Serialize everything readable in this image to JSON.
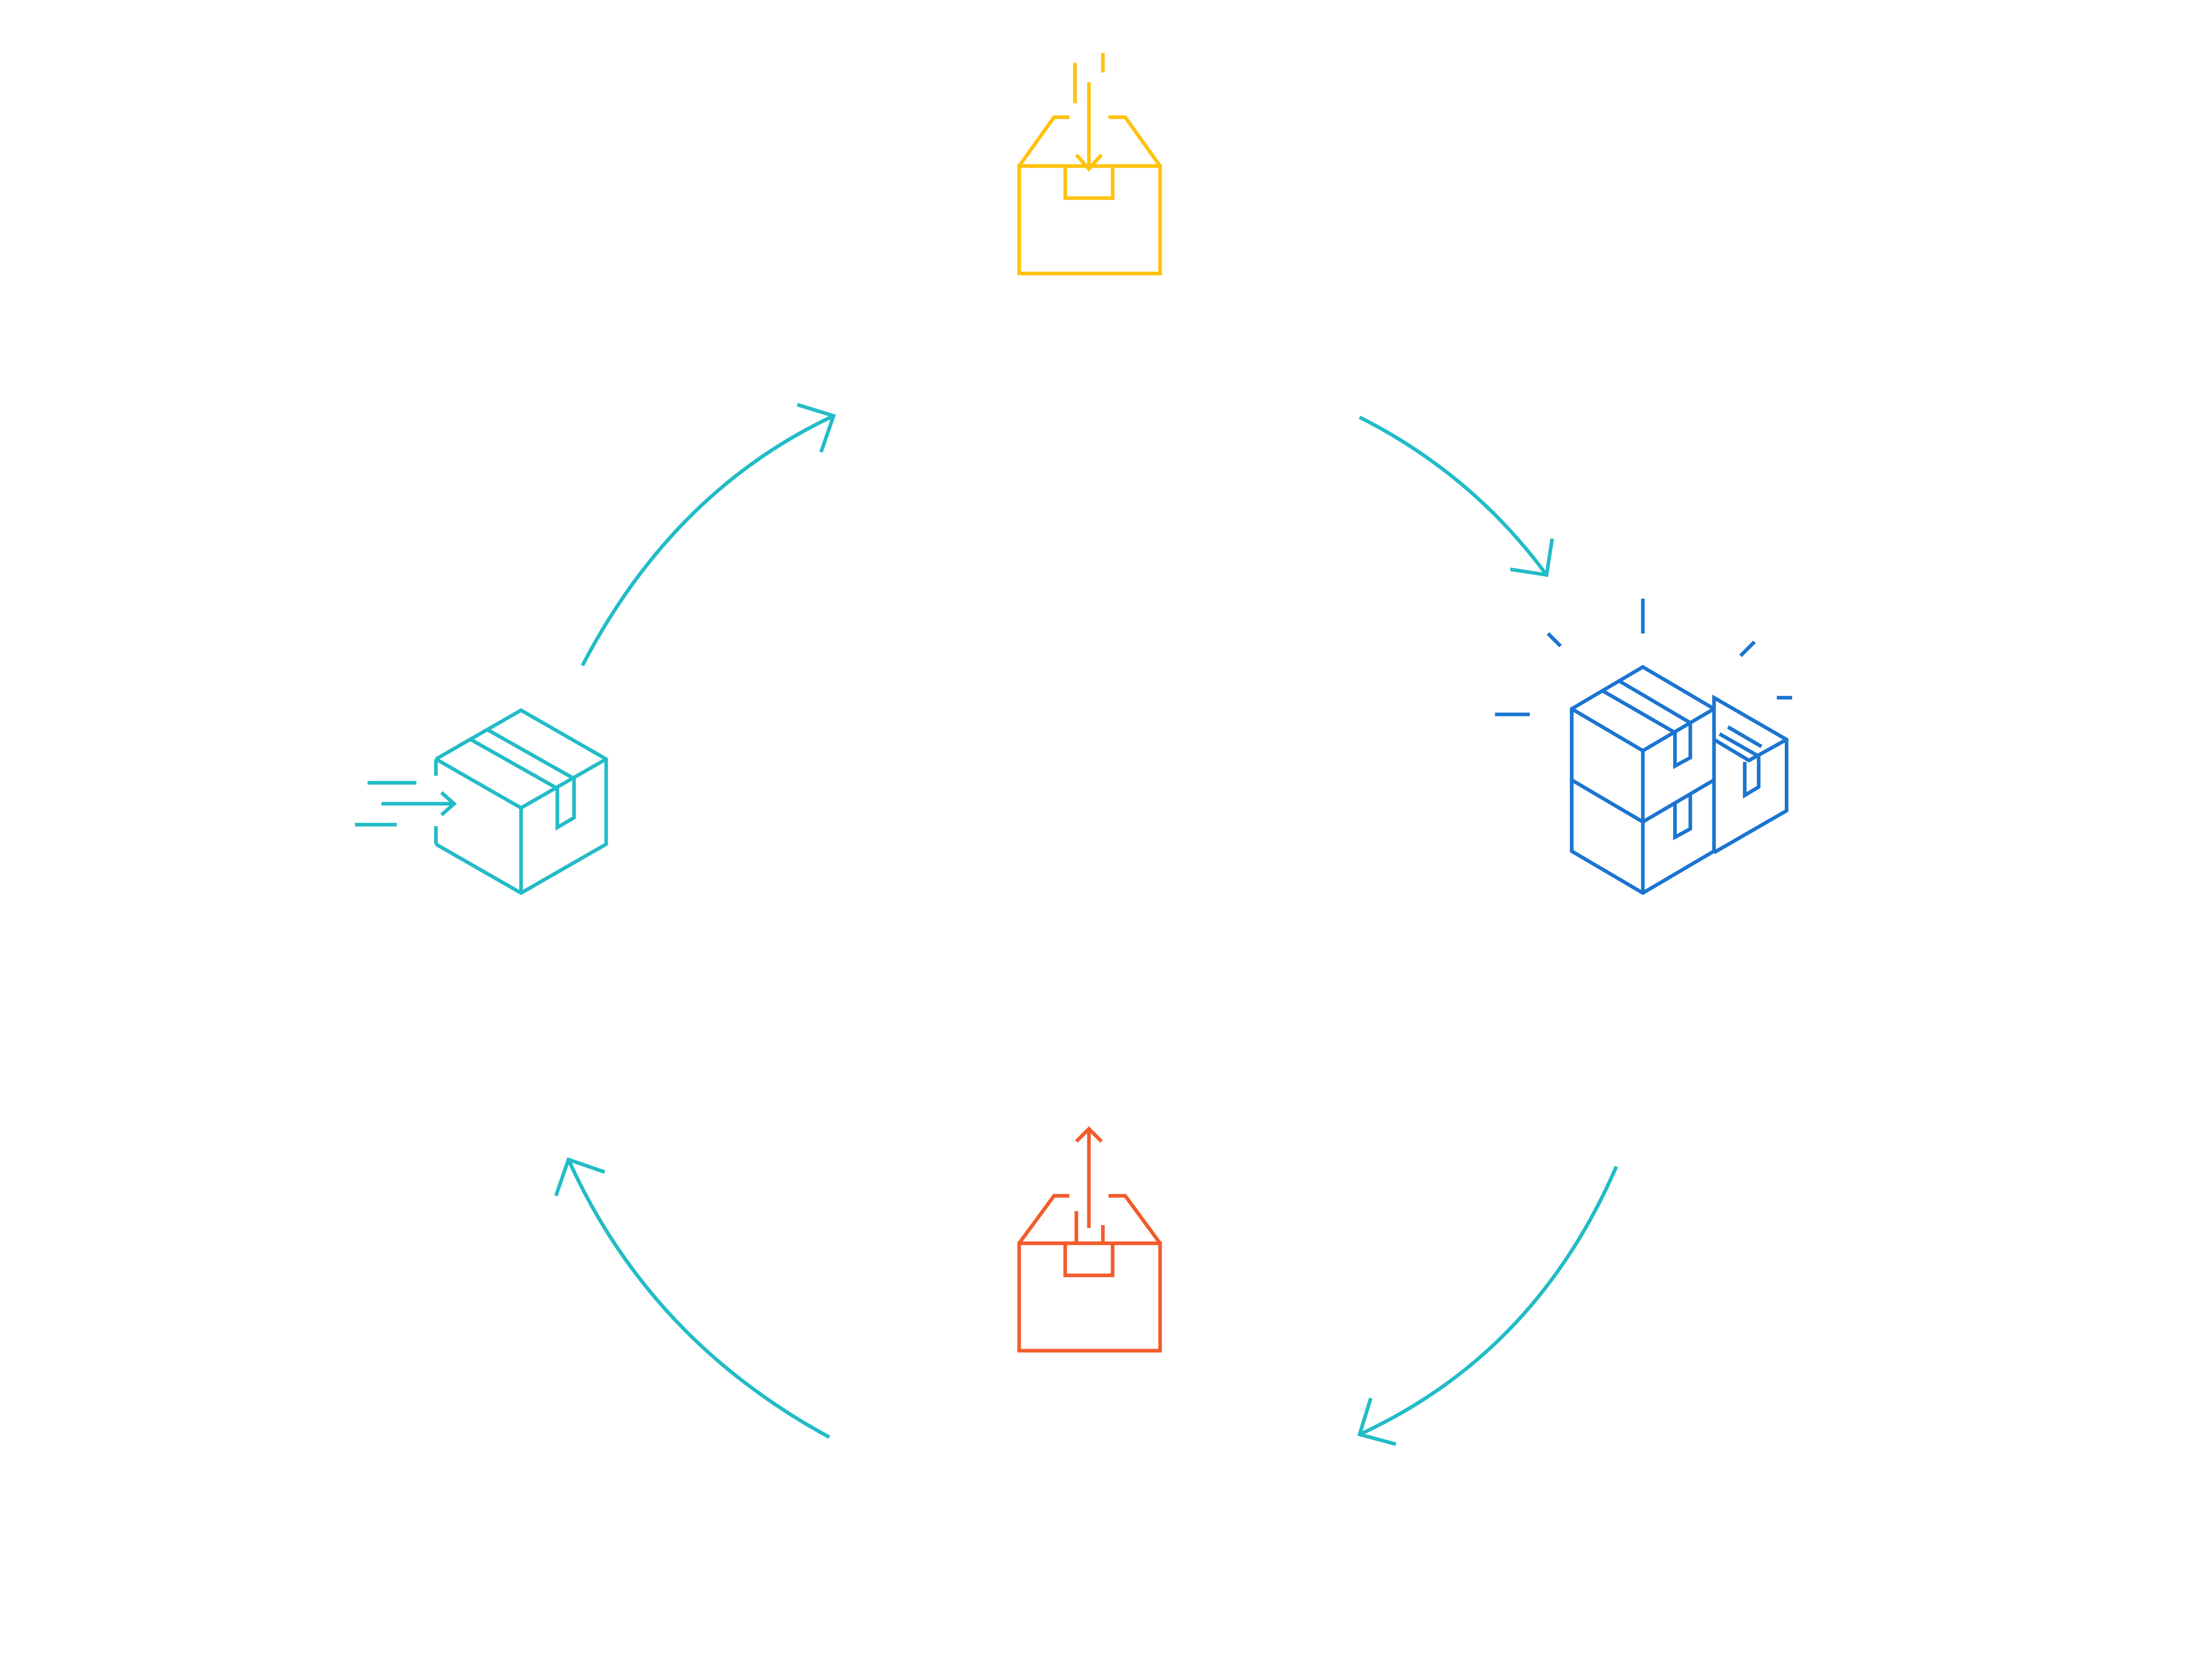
{
  "diagram": {
    "type": "cycle",
    "direction": "clockwise",
    "stages": [
      {
        "id": "inbound",
        "icon": "box-inbound-arrow-icon",
        "color": "#FFC20E"
      },
      {
        "id": "storage",
        "icon": "stacked-boxes-icon",
        "color": "#1B75D0"
      },
      {
        "id": "outbound",
        "icon": "box-outbound-arrow-icon",
        "color": "#F25C2C"
      },
      {
        "id": "shipping",
        "icon": "moving-box-icon",
        "color": "#22BCC7"
      }
    ],
    "connectors": {
      "color": "#22BCC7",
      "count": 4,
      "style": "curved-arrow"
    }
  }
}
